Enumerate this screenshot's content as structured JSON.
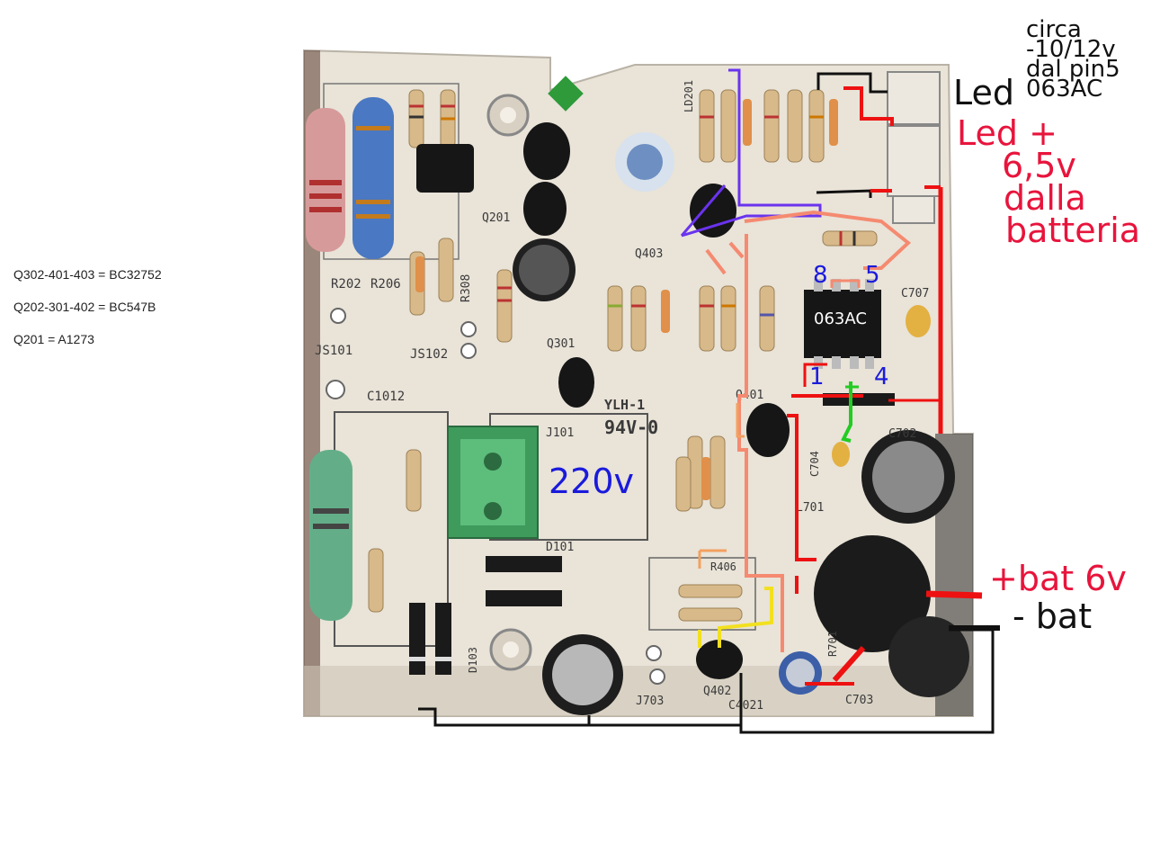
{
  "legend": [
    "Q302-401-403 = BC32752",
    "Q202-301-402 = BC547B",
    "Q201 = A1273"
  ],
  "annotations": {
    "note_lines": [
      "circa",
      "-10/12v",
      "dal pin5",
      "063AC"
    ],
    "led": "Led",
    "led_plus_lines": [
      "Led +",
      "6,5v",
      "dalla",
      "batteria"
    ],
    "bat_plus": "+bat 6v",
    "bat_minus": "- bat",
    "mains": "220v",
    "ic_label": "063AC",
    "pin_8": "8",
    "pin_5": "5",
    "pin_1": "1",
    "pin_4": "4"
  },
  "pcb_labels": {
    "r202": "R202",
    "r206": "R206",
    "r308": "R308",
    "js101": "JS101",
    "js102": "JS102",
    "q201": "Q201",
    "q301": "Q301",
    "q403": "Q403",
    "q401": "Q401",
    "q402": "Q402",
    "ld201": "LD201",
    "c1012": "C1012",
    "c707": "C707",
    "c702": "C702",
    "c704": "C704",
    "c703": "C703",
    "l701": "L701",
    "j101": "J101",
    "d101": "D101",
    "d103": "D103",
    "r406": "R406",
    "j703": "J703",
    "c4021": "C4021",
    "r701": "R701",
    "ylh": "YLH-1",
    "v0": "94V-0"
  },
  "colors": {
    "board": "#ece6dc",
    "red_wire": "#ee1111",
    "salmon_wire": "#f58a70",
    "purple_wire": "#6a33ee",
    "black_wire": "#111111",
    "orange_wire": "#f4a060",
    "yellow_wire": "#f2e020",
    "green_wire": "#22cc22",
    "label_red": "#e8143c",
    "label_blue": "#1a1adc"
  }
}
